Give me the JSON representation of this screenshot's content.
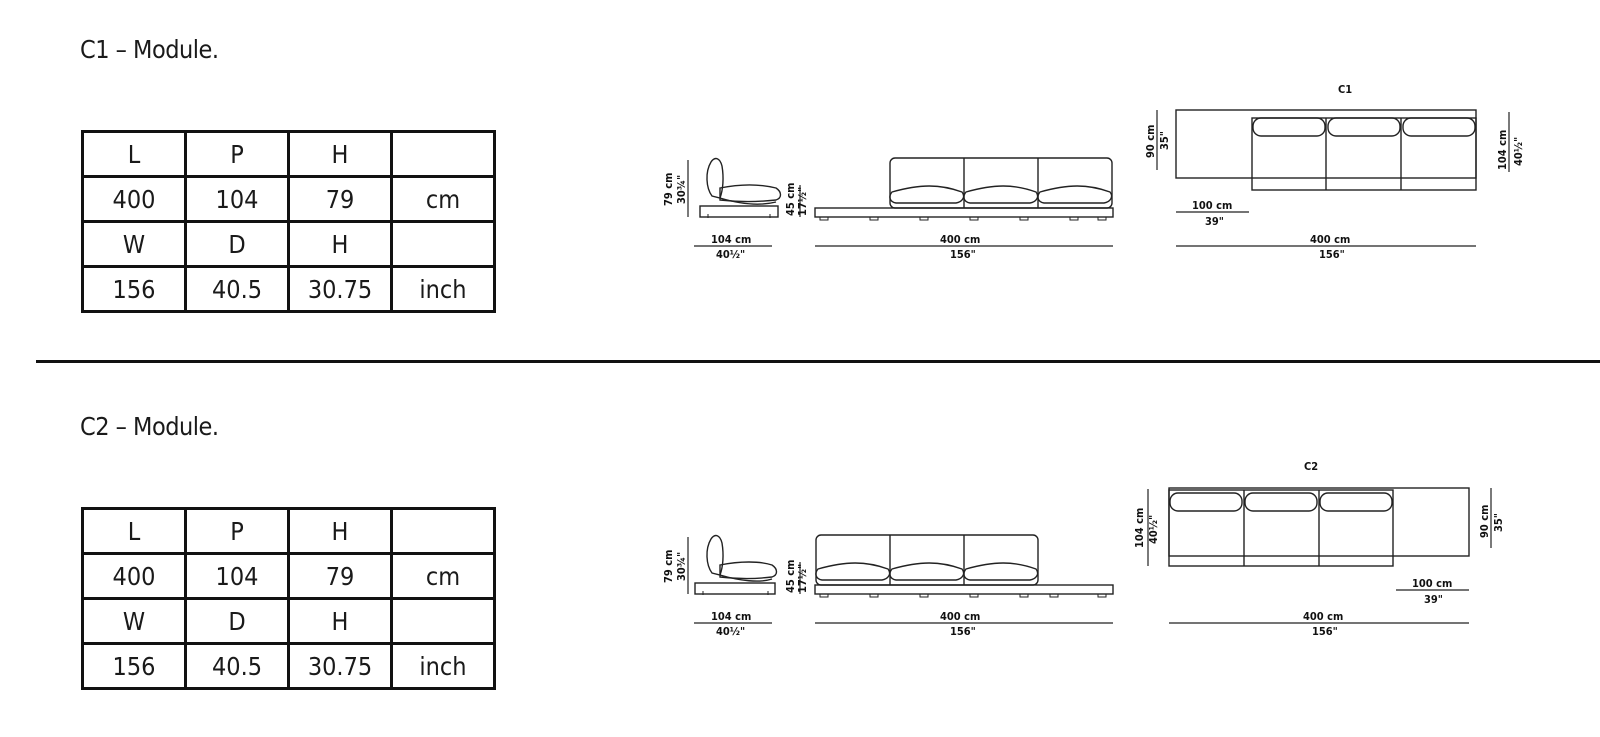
{
  "sections": [
    {
      "title": "C1 – Module.",
      "table": {
        "rows": [
          [
            "L",
            "P",
            "H",
            ""
          ],
          [
            "400",
            "104",
            "79",
            "cm"
          ],
          [
            "W",
            "D",
            "H",
            ""
          ],
          [
            "156",
            "40.5",
            "30.75",
            "inch"
          ]
        ]
      },
      "drawing": {
        "plan_label": "C1",
        "side_height": [
          "79 cm",
          "30¾\""
        ],
        "side_depth": [
          "104 cm",
          "40½\""
        ],
        "seat_height": [
          "45 cm",
          "17½\""
        ],
        "front_length": [
          "400 cm",
          "156\""
        ],
        "plan_platform_depth": [
          "90 cm",
          "35\""
        ],
        "plan_platform_length": [
          "100 cm",
          "39\""
        ],
        "plan_length": [
          "400 cm",
          "156\""
        ],
        "plan_depth": [
          "104 cm",
          "40½\""
        ]
      }
    },
    {
      "title": "C2 – Module.",
      "table": {
        "rows": [
          [
            "L",
            "P",
            "H",
            ""
          ],
          [
            "400",
            "104",
            "79",
            "cm"
          ],
          [
            "W",
            "D",
            "H",
            ""
          ],
          [
            "156",
            "40.5",
            "30.75",
            "inch"
          ]
        ]
      },
      "drawing": {
        "plan_label": "C2",
        "side_height": [
          "79 cm",
          "30¾\""
        ],
        "side_depth": [
          "104 cm",
          "40½\""
        ],
        "seat_height": [
          "45 cm",
          "17½\""
        ],
        "front_length": [
          "400 cm",
          "156\""
        ],
        "plan_depth": [
          "104 cm",
          "40½\""
        ],
        "plan_platform_depth": [
          "90 cm",
          "35\""
        ],
        "plan_platform_length": [
          "100 cm",
          "39\""
        ],
        "plan_length": [
          "400 cm",
          "156\""
        ]
      }
    }
  ]
}
